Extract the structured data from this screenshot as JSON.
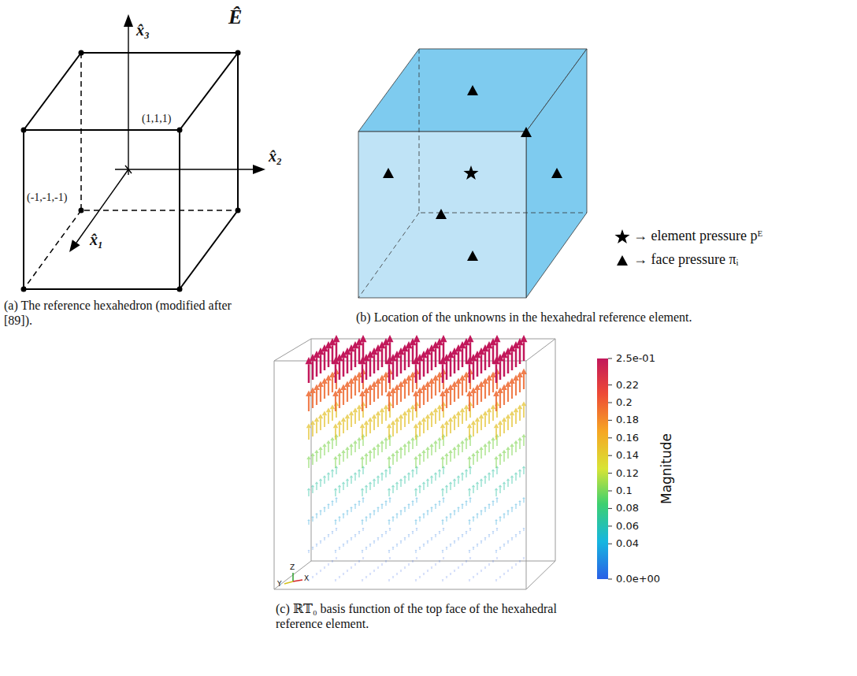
{
  "diagram": {
    "labels": [
      "Ê",
      "x̂₃",
      "x̂₂",
      "x̂₁",
      "(1,1,1)",
      "(-1,-1,-1)",
      "(a) The reference hexahedron (modified after [89]).",
      "(b) Location of the unknowns in the hexahedral reference element.",
      "2.5e-01",
      "0.22",
      "0.2",
      "0.18",
      "0.16",
      "0.14",
      "0.12",
      "0.1",
      "0.08",
      "0.06",
      "0.04",
      "0.0e+00",
      "Magnitude",
      "Z",
      "Y",
      "X",
      "(c) ℝ𝕋₀ basis function of the top face of the hexahedral reference element."
    ],
    "legend": [
      {
        "text": "→ element pressure pᴱ"
      },
      {
        "text": "→ face pressure πᵢ"
      }
    ]
  }
}
